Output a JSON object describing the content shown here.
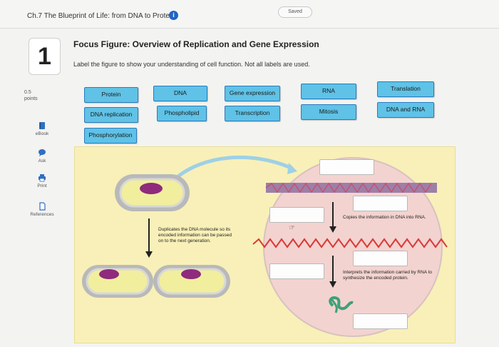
{
  "header": {
    "title": "Ch.7 The Blueprint of Life: from DNA to Protein",
    "saved": "Saved"
  },
  "question": {
    "number": "1",
    "points": "0.5",
    "points_label": "points",
    "heading": "Focus Figure: Overview of Replication and Gene Expression",
    "instructions": "Label the figure to show your understanding of cell function. Not all labels are used."
  },
  "sidebar": {
    "tools": [
      "eBook",
      "Ask",
      "Print",
      "References"
    ]
  },
  "labels": [
    "Protein",
    "DNA",
    "Gene expression",
    "RNA",
    "Translation",
    "DNA replication",
    "Phospholipid",
    "Transcription",
    "Mitosis",
    "DNA and RNA",
    "Phosphorylation"
  ],
  "figure": {
    "replication_text": "Duplicates the DNA molecule so its encoded information can be passed on to the next generation.",
    "transcription_text": "Copies the information in DNA into RNA.",
    "translation_text": "Interprets the information carried by RNA to synthesize the encoded protein."
  },
  "colors": {
    "label_fill": "#5fc2e6",
    "label_border": "#2a7cc0",
    "figure_bg": "#f8f0b8",
    "info_icon": "#1f63c6"
  }
}
